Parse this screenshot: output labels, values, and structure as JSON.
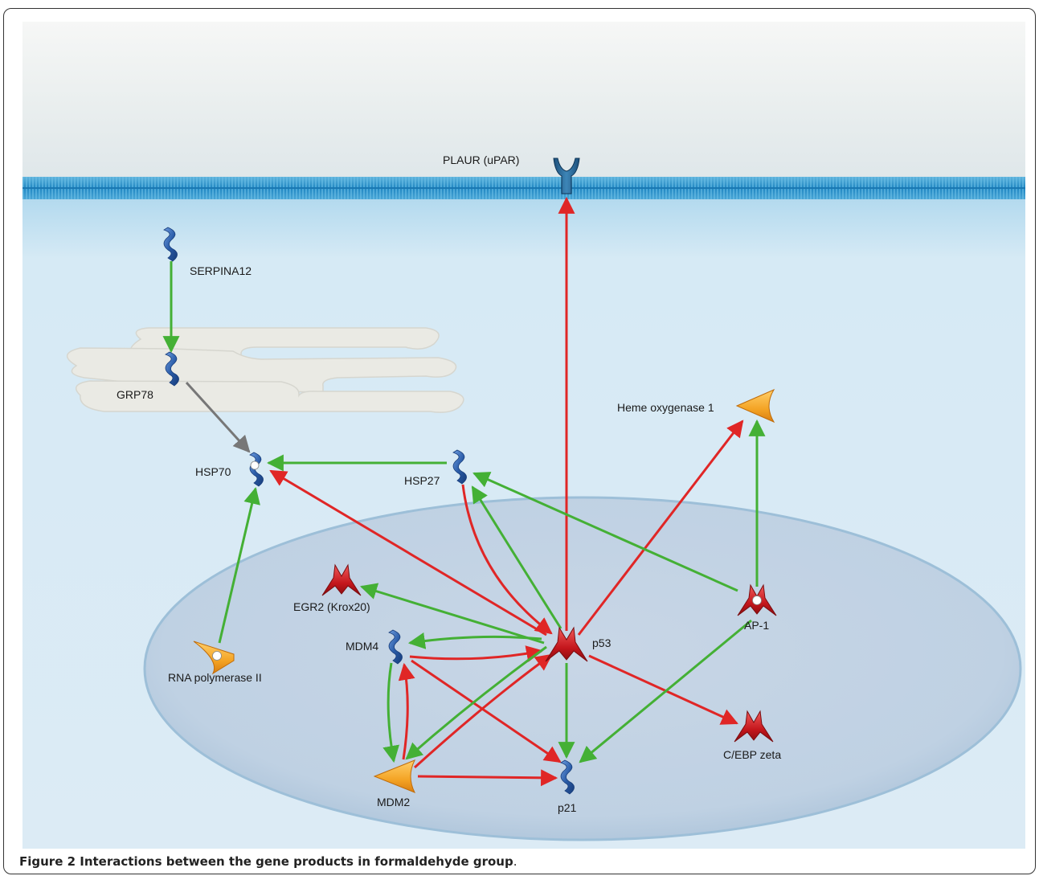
{
  "labels": {
    "plaur": "PLAUR (uPAR)",
    "serpina12": "SERPINA12",
    "grp78": "GRP78",
    "hsp70": "HSP70",
    "hsp27": "HSP27",
    "heme": "Heme oxygenase 1",
    "egr2": "EGR2 (Krox20)",
    "mdm4": "MDM4",
    "p53": "p53",
    "ap1": "AP-1",
    "rnapol": "RNA polymerase II",
    "cebp": "C/EBP zeta",
    "mdm2": "MDM2",
    "p21": "p21"
  },
  "caption": {
    "bold": "Figure 2 Interactions between the gene products in formaldehyde group",
    "rest": "."
  },
  "colors": {
    "activation": "#44b035",
    "inhibition": "#e02626",
    "neutral": "#777777",
    "protein_blue": "#2a5ca8",
    "enzyme_orange": "#f4a425",
    "tf_red": "#c4161c"
  },
  "icons": {
    "plaur": "receptor-y-icon",
    "serpina12": "protein-squiggle-icon",
    "grp78": "protein-squiggle-icon",
    "hsp70": "protein-squiggle-icon",
    "hsp27": "protein-squiggle-icon",
    "heme": "enzyme-wedge-icon",
    "egr2": "transcription-factor-icon",
    "mdm4": "protein-squiggle-icon",
    "p53": "transcription-factor-icon",
    "ap1": "transcription-factor-icon",
    "rnapol": "enzyme-wedge-icon",
    "cebp": "transcription-factor-icon",
    "mdm2": "enzyme-wedge-icon",
    "p21": "protein-squiggle-icon"
  },
  "edges": [
    {
      "from": "serpina12",
      "to": "grp78",
      "type": "activation"
    },
    {
      "from": "grp78",
      "to": "hsp70",
      "type": "neutral"
    },
    {
      "from": "hsp27",
      "to": "hsp70",
      "type": "activation"
    },
    {
      "from": "rnapol",
      "to": "hsp70",
      "type": "activation"
    },
    {
      "from": "p53",
      "to": "hsp70",
      "type": "inhibition"
    },
    {
      "from": "p53",
      "to": "plaur",
      "type": "inhibition"
    },
    {
      "from": "p53",
      "to": "heme",
      "type": "inhibition"
    },
    {
      "from": "ap1",
      "to": "heme",
      "type": "activation"
    },
    {
      "from": "ap1",
      "to": "hsp27",
      "type": "activation"
    },
    {
      "from": "hsp27",
      "to": "p53",
      "type": "inhibition"
    },
    {
      "from": "p53",
      "to": "hsp27",
      "type": "activation"
    },
    {
      "from": "p53",
      "to": "egr2",
      "type": "activation"
    },
    {
      "from": "p53",
      "to": "mdm4",
      "type": "activation"
    },
    {
      "from": "mdm4",
      "to": "p53",
      "type": "inhibition"
    },
    {
      "from": "p53",
      "to": "cebp",
      "type": "inhibition"
    },
    {
      "from": "p53",
      "to": "p21",
      "type": "activation"
    },
    {
      "from": "ap1",
      "to": "p21",
      "type": "activation"
    },
    {
      "from": "mdm4",
      "to": "mdm2",
      "type": "activation"
    },
    {
      "from": "mdm2",
      "to": "mdm4",
      "type": "inhibition"
    },
    {
      "from": "mdm4",
      "to": "p21",
      "type": "inhibition"
    },
    {
      "from": "mdm2",
      "to": "p53",
      "type": "inhibition"
    },
    {
      "from": "p53",
      "to": "mdm2",
      "type": "activation"
    },
    {
      "from": "mdm2",
      "to": "p21",
      "type": "inhibition"
    }
  ]
}
